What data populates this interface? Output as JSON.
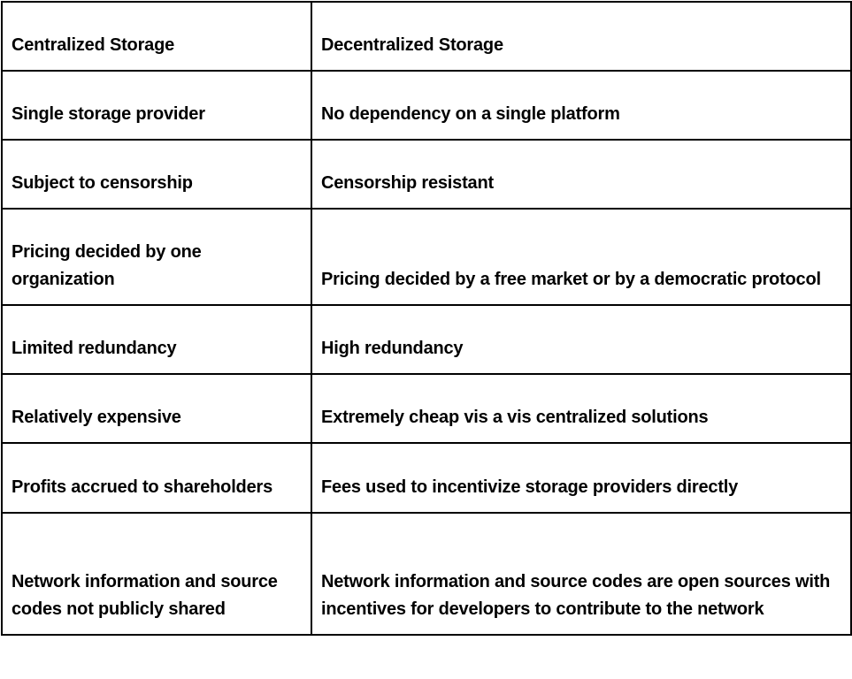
{
  "table": {
    "headers": [
      "Centralized Storage",
      "Decentralized Storage"
    ],
    "rows": [
      [
        "Single storage provider",
        "No dependency on a single platform"
      ],
      [
        "Subject to censorship",
        "Censorship resistant"
      ],
      [
        "Pricing decided by one organization",
        "Pricing decided by a free market or by a democratic protocol"
      ],
      [
        "Limited redundancy",
        "High redundancy"
      ],
      [
        "Relatively expensive",
        "Extremely cheap vis a vis centralized solutions"
      ],
      [
        "Profits accrued to shareholders",
        "Fees used to incentivize storage providers directly"
      ],
      [
        "Network information and source codes not publicly shared",
        "Network information and source codes are open sources with incentives for developers to contribute to the network"
      ]
    ]
  }
}
